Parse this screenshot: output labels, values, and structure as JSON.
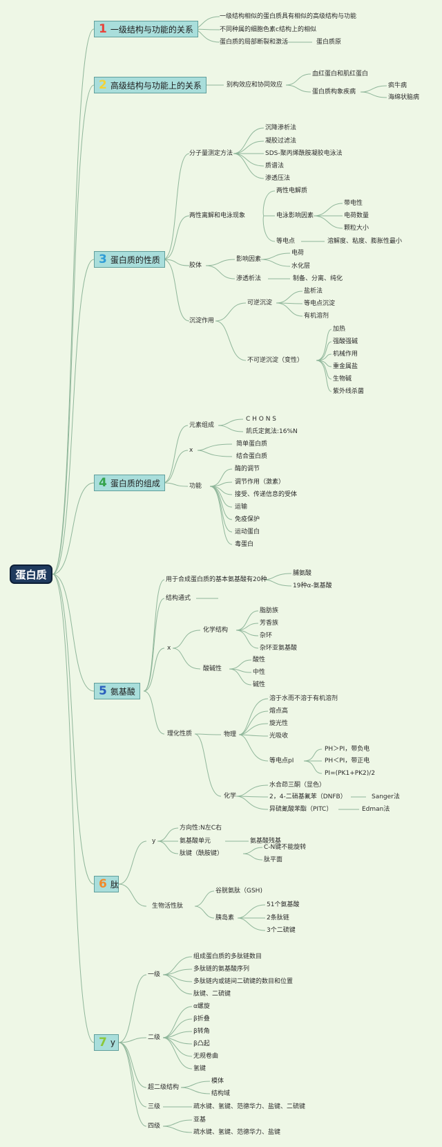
{
  "root": {
    "label": "蛋白质"
  },
  "colors": {
    "background": "#eef7e6",
    "root_fill": "#1f3a5e",
    "branch_fill": "#a9dedb",
    "link": "#8fb69a",
    "num1": "#e8433a",
    "num2": "#f2d337",
    "num3": "#2f9cd6",
    "num4": "#35a34c",
    "num5": "#2b5fbd",
    "num6": "#f08a2b",
    "num7": "#8bc83a"
  },
  "branches": [
    {
      "num": "1",
      "label": "一级结构与功能的关系"
    },
    {
      "num": "2",
      "label": "高级结构与功能上的关系"
    },
    {
      "num": "3",
      "label": "蛋白质的性质"
    },
    {
      "num": "4",
      "label": "蛋白质的组成"
    },
    {
      "num": "5",
      "label": "氨基酸"
    },
    {
      "num": "6",
      "label": "肽"
    },
    {
      "num": "7",
      "label": "y"
    }
  ],
  "nodes": {
    "b1": {
      "n1": "一级结构相似的蛋白质具有相似的高级结构与功能",
      "n2": "不同种属的细胞色素c结构上的相似",
      "n3": "蛋白质的局部断裂和激活",
      "n3a": "蛋白质原"
    },
    "b2": {
      "n1": "别构效应和协同效应",
      "n1a": "血红蛋白和肌红蛋白",
      "n1b": "蛋白质构象疾病",
      "n1b1": "疯牛病",
      "n1b2": "海绵状脑病"
    },
    "b3": {
      "mw": "分子量测定方法",
      "mw1": "沉降渗析法",
      "mw2": "凝胶过滤法",
      "mw3": "SDS-聚丙烯酰胺凝胶电泳法",
      "mw4": "质谱法",
      "mw5": "渗透压法",
      "amp": "两性离解和电泳现象",
      "amp1": "两性电解质",
      "amp2": "电泳影响因素",
      "amp2a": "带电性",
      "amp2b": "电荷数量",
      "amp2c": "颗粒大小",
      "amp3": "等电点",
      "amp3a": "溶解度、粘度、膨胀性最小",
      "col": "胶体",
      "col1": "影响因素",
      "col1a": "电荷",
      "col1b": "水化层",
      "col2": "渗透析法",
      "col2a": "制备、分离、纯化",
      "pre": "沉淀作用",
      "pre1": "可逆沉淀",
      "pre1a": "盐析法",
      "pre1b": "等电点沉淀",
      "pre1c": "有机溶剂",
      "pre2": "不可逆沉淀（变性）",
      "pre2a": "加热",
      "pre2b": "强酸强碱",
      "pre2c": "机械作用",
      "pre2d": "重金属盐",
      "pre2e": "生物碱",
      "pre2f": "紫外线杀菌"
    },
    "b4": {
      "el": "元素组成",
      "el1": "C H O N S",
      "el2": "凯氏定氮法:16%N",
      "x": "x",
      "x1": "简单蛋白质",
      "x2": "结合蛋白质",
      "fn": "功能",
      "fn1": "酶的调节",
      "fn2": "调节作用（激素）",
      "fn3": "接受、传递信息的受体",
      "fn4": "运输",
      "fn5": "免疫保护",
      "fn6": "运动蛋白",
      "fn7": "毒蛋白"
    },
    "b5": {
      "basic": "用于合成蛋白质的基本氨基酸有20种",
      "basic1": "脯氨酸",
      "basic2": "19种α-氨基酸",
      "struct": "结构通式",
      "x": "x",
      "chem": "化学结构",
      "chem1": "脂肪族",
      "chem2": "芳香族",
      "chem3": "杂环",
      "chem4": "杂环亚氨基酸",
      "ab": "酸碱性",
      "ab1": "酸性",
      "ab2": "中性",
      "ab3": "碱性",
      "pc": "理化性质",
      "phys": "物理",
      "phys1": "溶于水而不溶于有机溶剂",
      "phys2": "熔点高",
      "phys3": "旋光性",
      "phys4": "光吸收",
      "pi": "等电点pI",
      "pi1": "PH＞PI，带负电",
      "pi2": "PH＜PI，带正电",
      "pi3": "PI=(PK1+PK2)/2",
      "chm": "化学",
      "chm1": "水合茚三酮（显色）",
      "chm2": "2，4-二硝基氟苯（DNFB）",
      "chm2a": "Sanger法",
      "chm3": "异硫氰酸苯酯（PITC）",
      "chm3a": "Edman法"
    },
    "b6": {
      "y": "y",
      "y1": "方向性:N左C右",
      "y2": "氨基酸单元",
      "y2a": "氨基酸残基",
      "y3": "肽键（酰胺键）",
      "y3a": "C-N键不能旋转",
      "y3b": "肽平面",
      "bio": "生物活性肽",
      "bio1": "谷胱氨肽（GSH)",
      "bio2": "胰岛素",
      "bio2a": "51个氨基酸",
      "bio2b": "2条肽链",
      "bio2c": "3个二硫键"
    },
    "b7": {
      "l1": "一级",
      "l1a": "组成蛋白质的多肽链数目",
      "l1b": "多肽链的氨基酸序列",
      "l1c": "多肽链内或链间二硫键的数目和位置",
      "l1d": "肽键、二硫键",
      "l2": "二级",
      "l2a": "α螺旋",
      "l2b": "β折叠",
      "l2c": "β转角",
      "l2d": "β凸起",
      "l2e": "无规卷曲",
      "l2f": "氢键",
      "sup": "超二级结构",
      "sup1": "模体",
      "sup2": "结构域",
      "l3": "三级",
      "l3a": "疏水键、氢键、范德华力、盐键、二硫键",
      "l4": "四级",
      "l4a": "亚基",
      "l4b": "疏水键、氢键、范德华力、盐键"
    }
  }
}
